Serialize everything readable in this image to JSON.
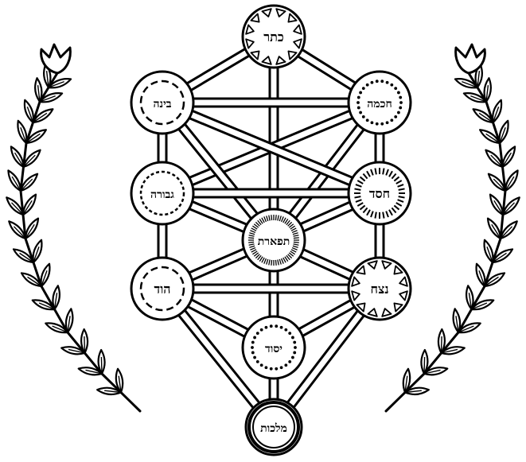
{
  "colors": {
    "ink": "#000000",
    "paper": "#ffffff"
  },
  "sefirot": [
    {
      "id": "keter",
      "label": "כתר",
      "style": "triangles-in"
    },
    {
      "id": "chokhmah",
      "label": "חכמה",
      "style": "dots"
    },
    {
      "id": "binah",
      "label": "בינה",
      "style": "dashed"
    },
    {
      "id": "chesed",
      "label": "חסד",
      "style": "ticks"
    },
    {
      "id": "gevurah",
      "label": "גבורה",
      "style": "dashed-fine"
    },
    {
      "id": "tiferet",
      "label": "תפארת",
      "style": "dense-ticks"
    },
    {
      "id": "netzach",
      "label": "נצח",
      "style": "triangles-in"
    },
    {
      "id": "hod",
      "label": "הוד",
      "style": "dashed"
    },
    {
      "id": "yesod",
      "label": "יסוד",
      "style": "dots"
    },
    {
      "id": "malkhut",
      "label": "מלכות",
      "style": "double-ring"
    }
  ],
  "paths": [
    [
      "keter",
      "chokhmah"
    ],
    [
      "keter",
      "binah"
    ],
    [
      "keter",
      "tiferet"
    ],
    [
      "chokhmah",
      "binah"
    ],
    [
      "chokhmah",
      "chesed"
    ],
    [
      "chokhmah",
      "tiferet"
    ],
    [
      "chokhmah",
      "gevurah"
    ],
    [
      "binah",
      "gevurah"
    ],
    [
      "binah",
      "tiferet"
    ],
    [
      "binah",
      "chesed"
    ],
    [
      "chesed",
      "gevurah"
    ],
    [
      "chesed",
      "tiferet"
    ],
    [
      "chesed",
      "netzach"
    ],
    [
      "gevurah",
      "tiferet"
    ],
    [
      "gevurah",
      "hod"
    ],
    [
      "tiferet",
      "netzach"
    ],
    [
      "tiferet",
      "hod"
    ],
    [
      "tiferet",
      "yesod"
    ],
    [
      "netzach",
      "hod"
    ],
    [
      "netzach",
      "yesod"
    ],
    [
      "netzach",
      "malkhut"
    ],
    [
      "hod",
      "yesod"
    ],
    [
      "hod",
      "malkhut"
    ],
    [
      "yesod",
      "malkhut"
    ]
  ],
  "decorations": {
    "laurel": "laurel-branch-icon",
    "tulip": "tulip-icon"
  }
}
